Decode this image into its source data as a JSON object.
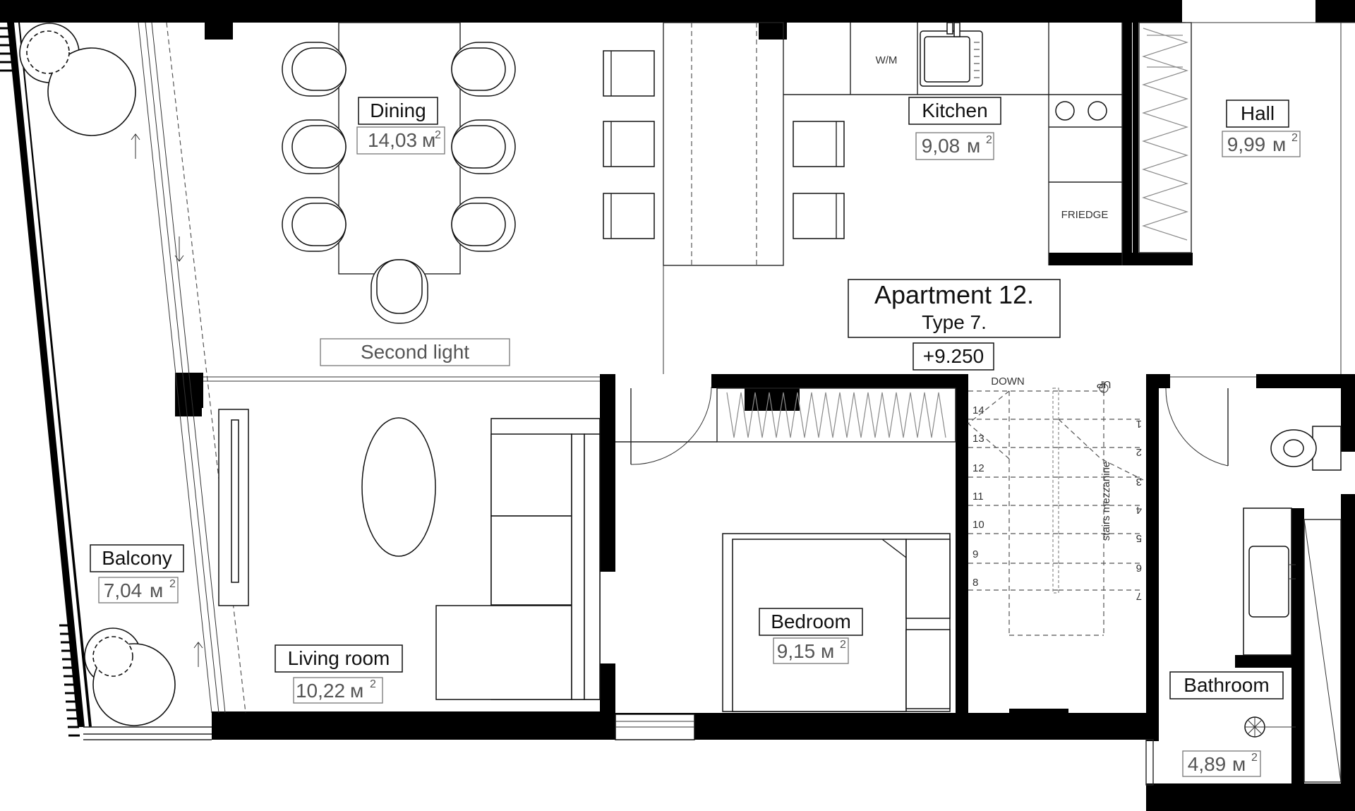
{
  "title": {
    "name": "Apartment 12.",
    "type": "Type 7.",
    "level": "+9.250"
  },
  "rooms": [
    {
      "id": "dining",
      "name": "Dining",
      "area": "14,03",
      "unit": "м",
      "sup": "2"
    },
    {
      "id": "kitchen",
      "name": "Kitchen",
      "area": "9,08",
      "unit": "м",
      "sup": "2"
    },
    {
      "id": "hall",
      "name": "Hall",
      "area": "9,99",
      "unit": "м",
      "sup": "2"
    },
    {
      "id": "balcony",
      "name": "Balcony",
      "area": "7,04",
      "unit": "м",
      "sup": "2"
    },
    {
      "id": "living",
      "name": "Living room",
      "area": "10,22",
      "unit": "м",
      "sup": "2"
    },
    {
      "id": "bedroom",
      "name": "Bedroom",
      "area": "9,15",
      "unit": "м",
      "sup": "2"
    },
    {
      "id": "bathroom",
      "name": "Bathroom",
      "area": "4,89",
      "unit": "м",
      "sup": "2"
    }
  ],
  "labels": {
    "second_light": "Second light",
    "wm": "W/M",
    "fridge": "FRIEDGE",
    "down": "DOWN",
    "up": "UP",
    "stairs": "stairs mezzanine"
  },
  "stair_steps_left": [
    "14",
    "13",
    "12",
    "11",
    "10",
    "9",
    "8"
  ],
  "stair_steps_right": [
    "1",
    "2",
    "3",
    "4",
    "5",
    "6",
    "7"
  ]
}
